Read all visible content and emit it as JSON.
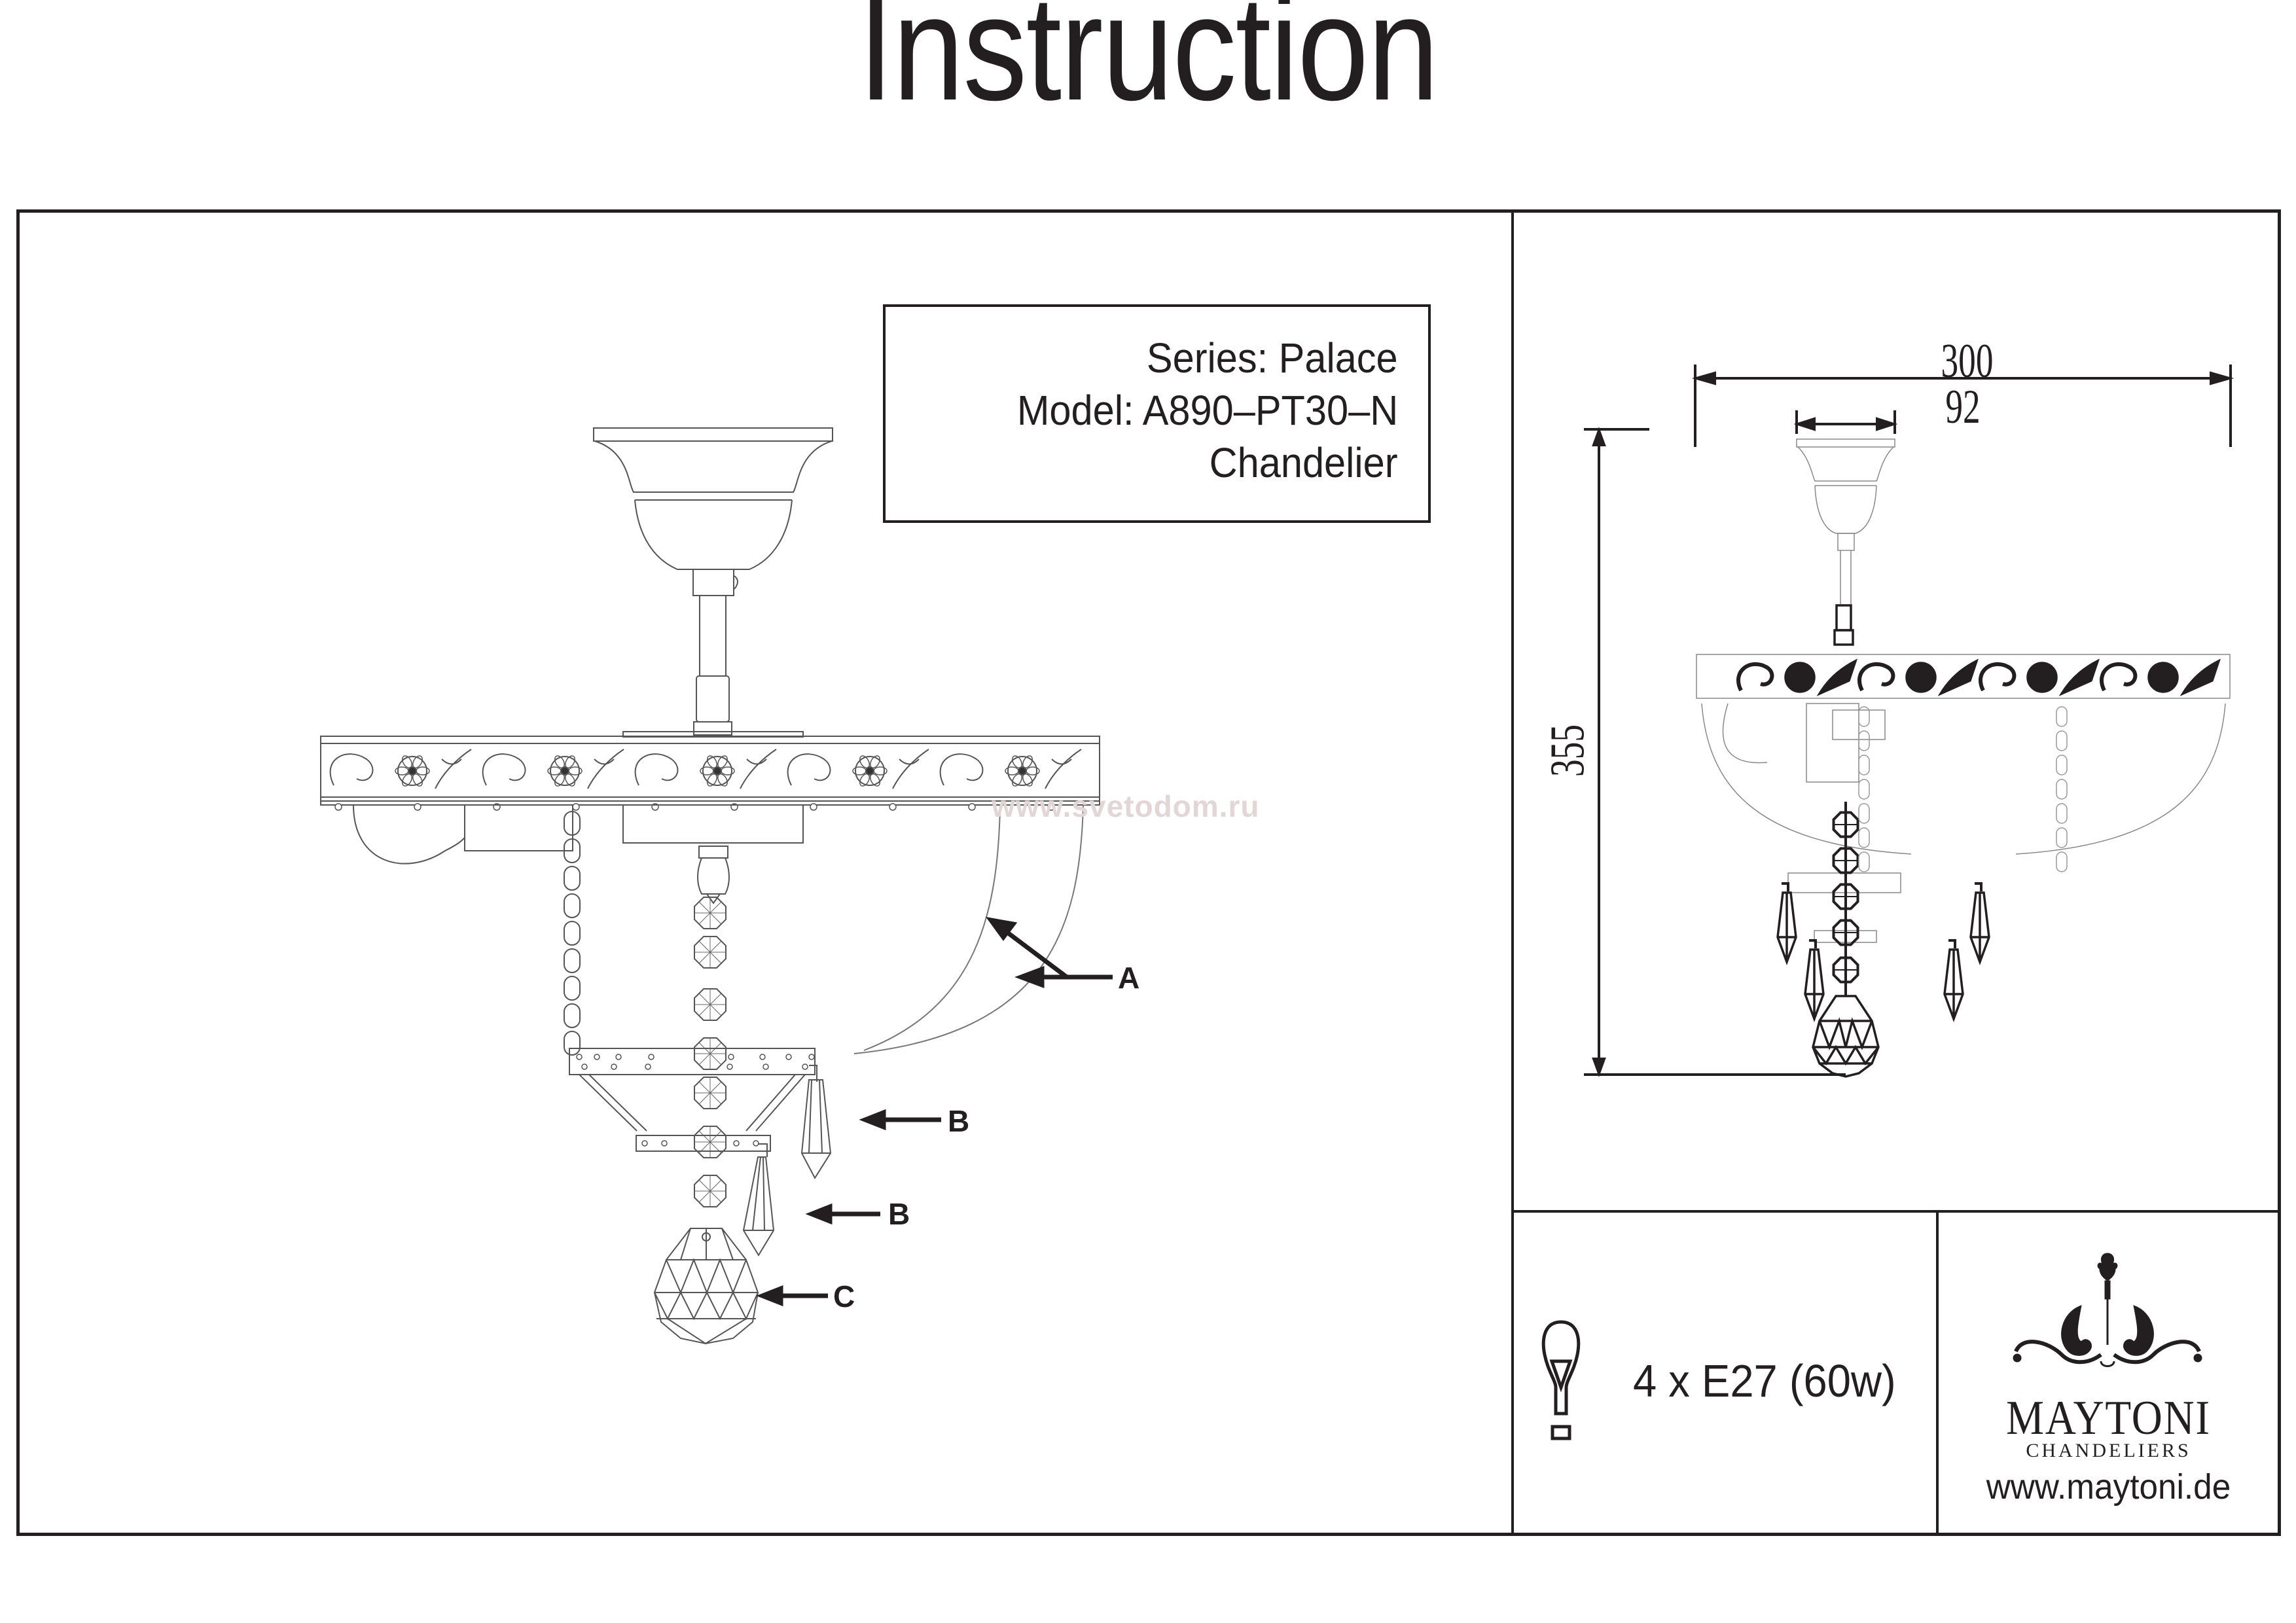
{
  "header": {
    "title": "Instruction"
  },
  "info_box": {
    "series": "Series: Palace",
    "model": "Model: A890–PT30–N",
    "type": "Chandelier"
  },
  "watermark": "www.svetodom.ru",
  "part_labels": {
    "glass_shade": "A",
    "pendant_upper": "B",
    "pendant_lower": "B",
    "crystal_ball": "C"
  },
  "dimensions": {
    "overall_width": "300",
    "canopy_width": "92",
    "overall_height": "355"
  },
  "spec": {
    "icon": "light-bulb-icon",
    "bulbs": "4 x E27 (60w)"
  },
  "brand": {
    "logo_icon": "maytoni-chandelier-logo",
    "name": "MAYTONI",
    "subtitle": "CHANDELIERS",
    "url": "www.maytoni.de"
  },
  "colors": {
    "ink": "#231f20",
    "drawing_line": "#555555",
    "watermark": "#e3d6d6",
    "background": "#ffffff"
  }
}
